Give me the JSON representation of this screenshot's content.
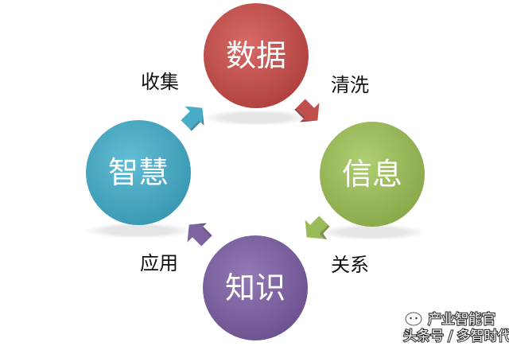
{
  "nodes": [
    {
      "id": "data",
      "label": "数据",
      "color": "#c0504d"
    },
    {
      "id": "info",
      "label": "信息",
      "color": "#9bbb59"
    },
    {
      "id": "knowledge",
      "label": "知识",
      "color": "#8064a2"
    },
    {
      "id": "wisdom",
      "label": "智慧",
      "color": "#4bacc6"
    }
  ],
  "edges": [
    {
      "from": "data",
      "to": "info",
      "label": "清洗"
    },
    {
      "from": "info",
      "to": "knowledge",
      "label": "关系"
    },
    {
      "from": "knowledge",
      "to": "wisdom",
      "label": "应用"
    },
    {
      "from": "wisdom",
      "to": "data",
      "label": "收集"
    }
  ],
  "watermark": {
    "line1": "产业智能官",
    "line2": "头条号 / 多智时代"
  }
}
